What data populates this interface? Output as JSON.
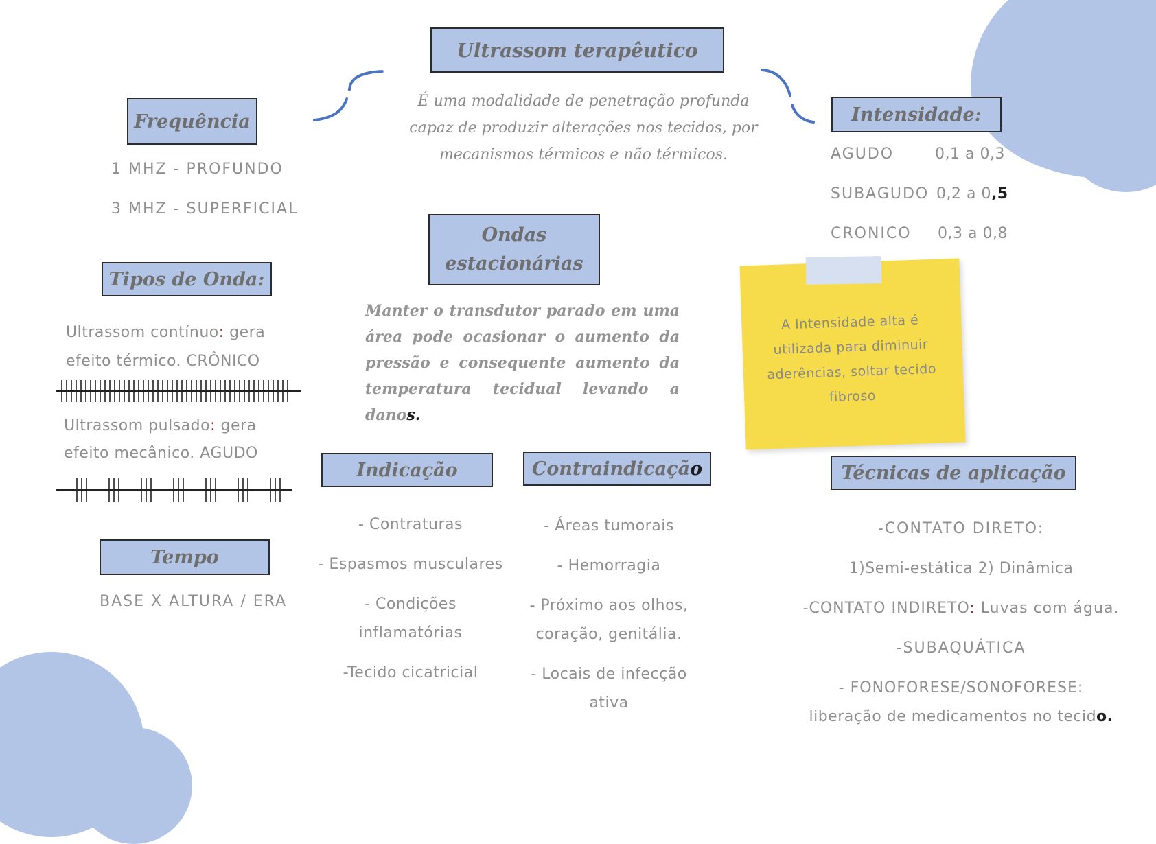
{
  "title": "Ultrassom terapêutico",
  "definition": "É uma modalidade de penetração profunda capaz de produzir alterações nos tecidos, por mecanismos térmicos e não térmicos.",
  "frequencia": {
    "heading": "Frequência",
    "items": [
      "1 MHZ - PROFUNDO",
      "3 MHZ - SUPERFICIAL"
    ]
  },
  "intensidade": {
    "heading": "Intensidade:",
    "rows": [
      {
        "label": "AGUDO",
        "value": "0,1 a 0,3"
      },
      {
        "label": "SUBAGUDO",
        "value_prefix": "0,2 a 0",
        "value_highlight": ",5"
      },
      {
        "label": "CRONICO",
        "value": "0,3 a 0,8"
      }
    ]
  },
  "tipos_onda": {
    "heading": "Tipos de Onda:",
    "continuo_line1_a": "Ultrassom contínuo",
    "continuo_line1_colon": ":",
    "continuo_line1_b": " gera",
    "continuo_line2": "efeito térmico. CRÔNICO",
    "pulsado_line1_a": "Ultrassom pulsado",
    "pulsado_line1_colon": ":",
    "pulsado_line1_b": " gera",
    "pulsado_line2": "efeito mecânico. AGUDO"
  },
  "tempo": {
    "heading": "Tempo",
    "formula": "BASE X ALTURA / ERA"
  },
  "ondas": {
    "heading_line1": "Ondas",
    "heading_line2": "estacionárias",
    "text_lines": [
      "Manter o transdutor parado em uma",
      "área pode ocasionar o aumento da",
      "pressão e consequente aumento da"
    ],
    "last_line_prefix": "temperatura tecidual levando a dano",
    "last_line_highlight": "s."
  },
  "note": {
    "text_lines": [
      "A Intensidade alta é",
      "utilizada para diminuir",
      "aderências, soltar tecido",
      "fibroso"
    ]
  },
  "indicacao": {
    "heading": "Indicação",
    "items": [
      "- Contraturas",
      "- Espasmos musculares",
      "- Condições",
      "inflamatórias",
      "-Tecido cicatricial"
    ]
  },
  "contraindicacao": {
    "heading_prefix": "Contraindicaçã",
    "heading_highlight": "o",
    "items": [
      "- Áreas tumorais",
      "- Hemorragia",
      "- Próximo aos olhos,",
      "coração, genitália.",
      "- Locais de infecção",
      "ativa"
    ]
  },
  "tecnicas": {
    "heading": "Técnicas de aplicação",
    "line1": "-CONTATO DIRETO:",
    "line2": "1)Semi-estática 2) Dinâmica",
    "line3_a": "-CONTATO INDIRETO",
    "line3_colon": ":",
    "line3_b": " Luvas com água.",
    "line4": "-SUBAQUÁTICA",
    "line5": "- FONOFORESE/SONOFORESE:",
    "line6_prefix": "liberação de medicamentos no tecid",
    "line6_highlight": "o."
  },
  "colors": {
    "box_fill": "#b3c5e6",
    "connector": "#4a74c2",
    "note": "#f6dc4a",
    "text": "#8f8f8f"
  }
}
